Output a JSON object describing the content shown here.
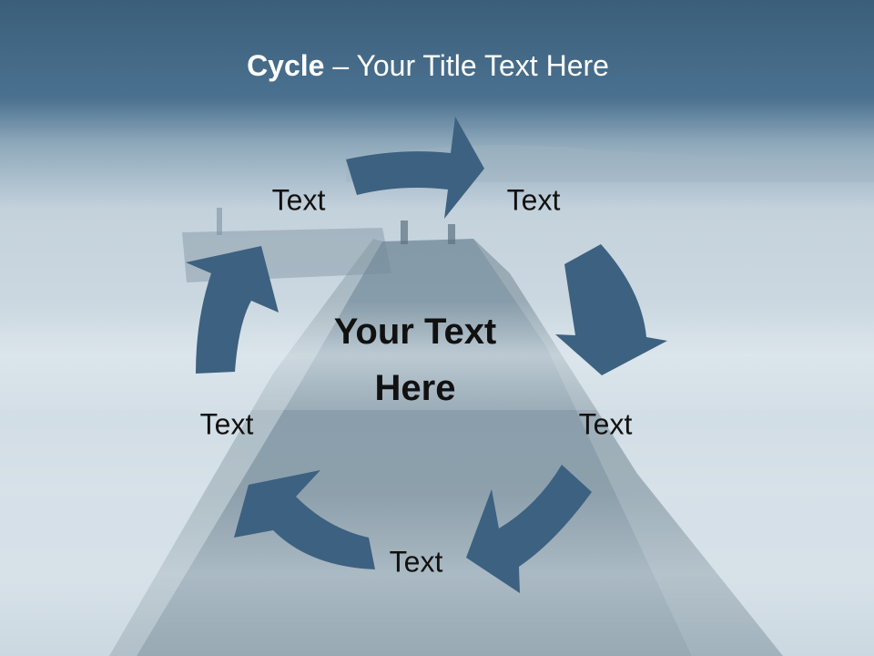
{
  "slide": {
    "title_bold": "Cycle",
    "title_rest": " – Your Title Text Here",
    "center_text_line1": "Your Text",
    "center_text_line2": "Here",
    "labels": [
      "Text",
      "Text",
      "Text",
      "Text",
      "Text"
    ],
    "arrow_color": "#3d6180",
    "title_color": "#ffffff",
    "text_color": "#111111"
  }
}
